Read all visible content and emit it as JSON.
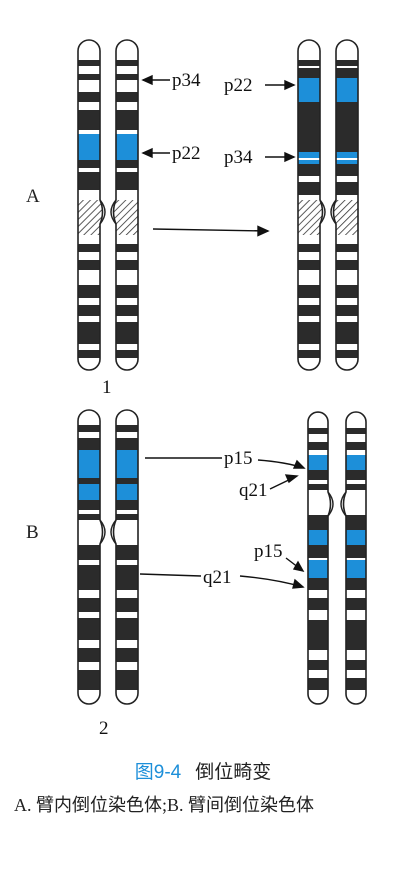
{
  "panel_a": {
    "label": "A",
    "number": "1",
    "left_labels": {
      "upper": "p34",
      "lower": "p22"
    },
    "right_labels": {
      "upper": "p22",
      "lower": "p34"
    }
  },
  "panel_b": {
    "label": "B",
    "number": "2",
    "pointer_labels": {
      "p15_upper": "p15",
      "q21_upper": "q21",
      "p15_lower": "p15",
      "q21_lower": "q21"
    }
  },
  "caption": {
    "figure_number": "图9-4",
    "figure_title": "倒位畸变",
    "description": "A. 臂内倒位染色体;B. 臂间倒位染色体"
  },
  "colors": {
    "band_dark": "#2b2b2b",
    "band_blue": "#1d8fd9",
    "outline": "#222222",
    "caption_accent": "#1d8fd9"
  }
}
